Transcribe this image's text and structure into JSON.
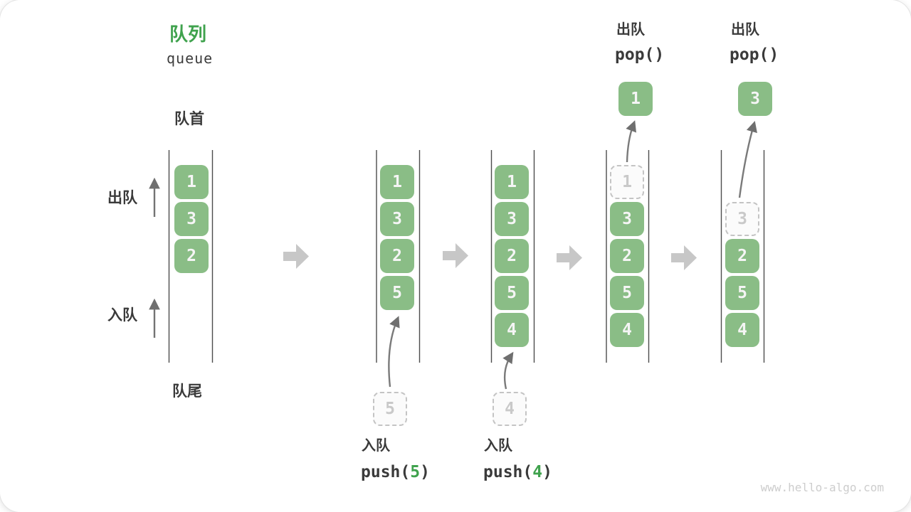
{
  "title": {
    "zh": "队列",
    "en": "queue"
  },
  "side_labels": {
    "front": "队首",
    "rear": "队尾",
    "dequeue": "出队",
    "enqueue": "入队"
  },
  "columns": [
    {
      "cells": [
        "1",
        "3",
        "2"
      ]
    },
    {
      "cells": [
        "1",
        "3",
        "2",
        "5"
      ]
    },
    {
      "cells": [
        "1",
        "3",
        "2",
        "5",
        "4"
      ]
    },
    {
      "dashed_cell": "1",
      "cells": [
        "3",
        "2",
        "5",
        "4"
      ]
    },
    {
      "dashed_cell": "3",
      "cells": [
        "2",
        "5",
        "4"
      ]
    }
  ],
  "operations": {
    "push_5": {
      "action": "入队",
      "fn": "push(",
      "arg": "5",
      "close": ")",
      "staged_value": "5"
    },
    "push_4": {
      "action": "入队",
      "fn": "push(",
      "arg": "4",
      "close": ")",
      "staged_value": "4"
    },
    "pop_1": {
      "action": "出队",
      "fn": "pop()",
      "popped_value": "1"
    },
    "pop_2": {
      "action": "出队",
      "fn": "pop()",
      "popped_value": "3"
    }
  },
  "colors": {
    "accent_green": "#3fa24d",
    "box_green": "#8abd86",
    "block_arrow_gray": "#c7c7c7",
    "stroke_gray": "#737373"
  },
  "watermark": "www.hello-algo.com"
}
